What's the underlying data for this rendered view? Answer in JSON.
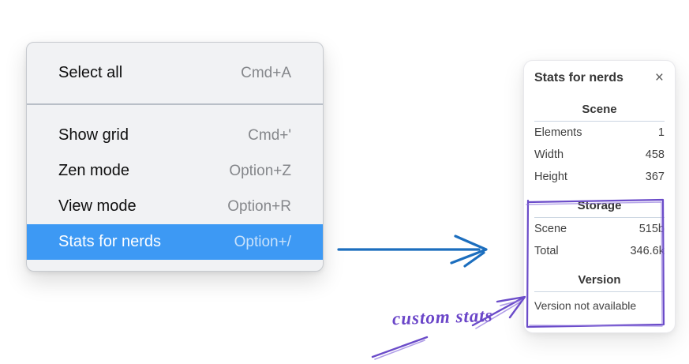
{
  "menu": {
    "items": [
      {
        "label": "Select all",
        "shortcut": "Cmd+A"
      },
      {
        "label": "Show grid",
        "shortcut": "Cmd+'"
      },
      {
        "label": "Zen mode",
        "shortcut": "Option+Z"
      },
      {
        "label": "View mode",
        "shortcut": "Option+R"
      },
      {
        "label": "Stats for nerds",
        "shortcut": "Option+/"
      }
    ],
    "selected_item": "Stats for nerds"
  },
  "stats_panel": {
    "title": "Stats for nerds",
    "close_icon": "×",
    "sections": [
      {
        "heading": "Scene",
        "rows": [
          {
            "label": "Elements",
            "value": "1"
          },
          {
            "label": "Width",
            "value": "458"
          },
          {
            "label": "Height",
            "value": "367"
          }
        ]
      },
      {
        "heading": "Storage",
        "rows": [
          {
            "label": "Scene",
            "value": "515b"
          },
          {
            "label": "Total",
            "value": "346.6k"
          }
        ]
      },
      {
        "heading": "Version",
        "note": "Version not available"
      }
    ]
  },
  "annotation": {
    "label": "custom stats"
  },
  "colors": {
    "menu_highlight": "#3d99f4",
    "menu_background": "#f1f2f4",
    "arrow_blue": "#1c6ebe",
    "annotation_purple": "#6b4cc9"
  }
}
